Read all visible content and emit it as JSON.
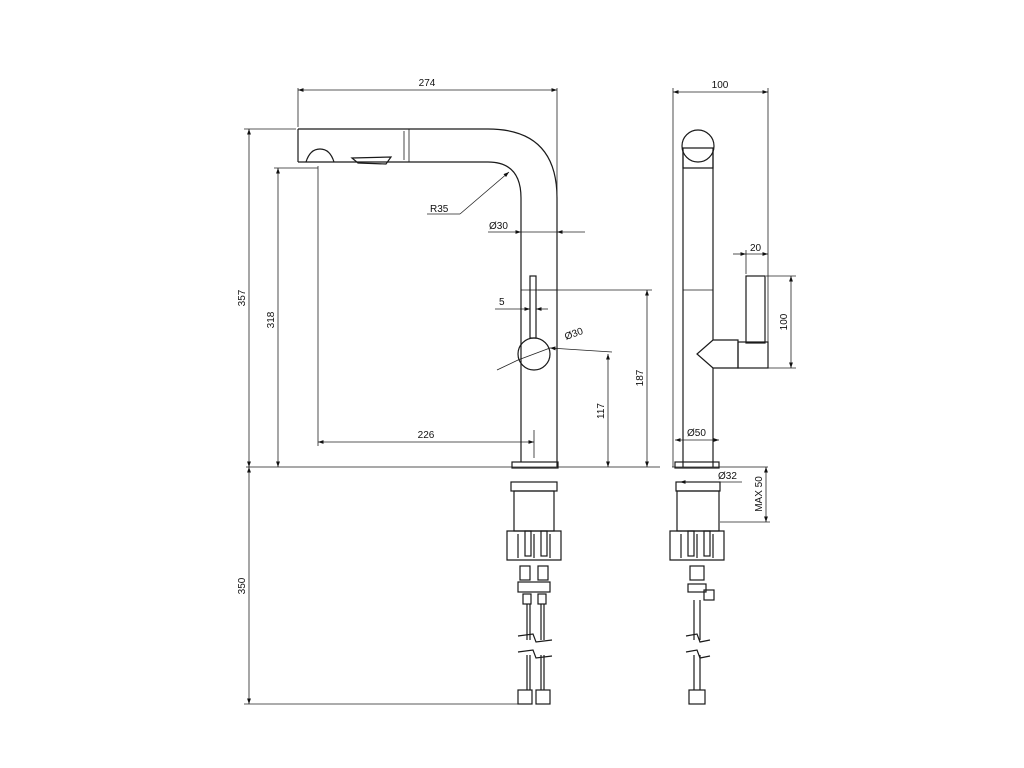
{
  "dimensions": {
    "total_width": "274",
    "total_height": "357",
    "spout_height": "318",
    "spout_reach": "226",
    "bend_radius": "R35",
    "spout_diameter": "Ø30",
    "lever_thickness": "5",
    "lever_diameter": "Ø30",
    "lever_top_height": "187",
    "lever_center_height": "117",
    "below_deck_length": "350",
    "side_width": "100",
    "side_lever_offset": "20",
    "side_lever_height": "100",
    "base_diameter": "Ø50",
    "hole_diameter": "Ø32",
    "max_deck_thickness": "MAX 50"
  }
}
